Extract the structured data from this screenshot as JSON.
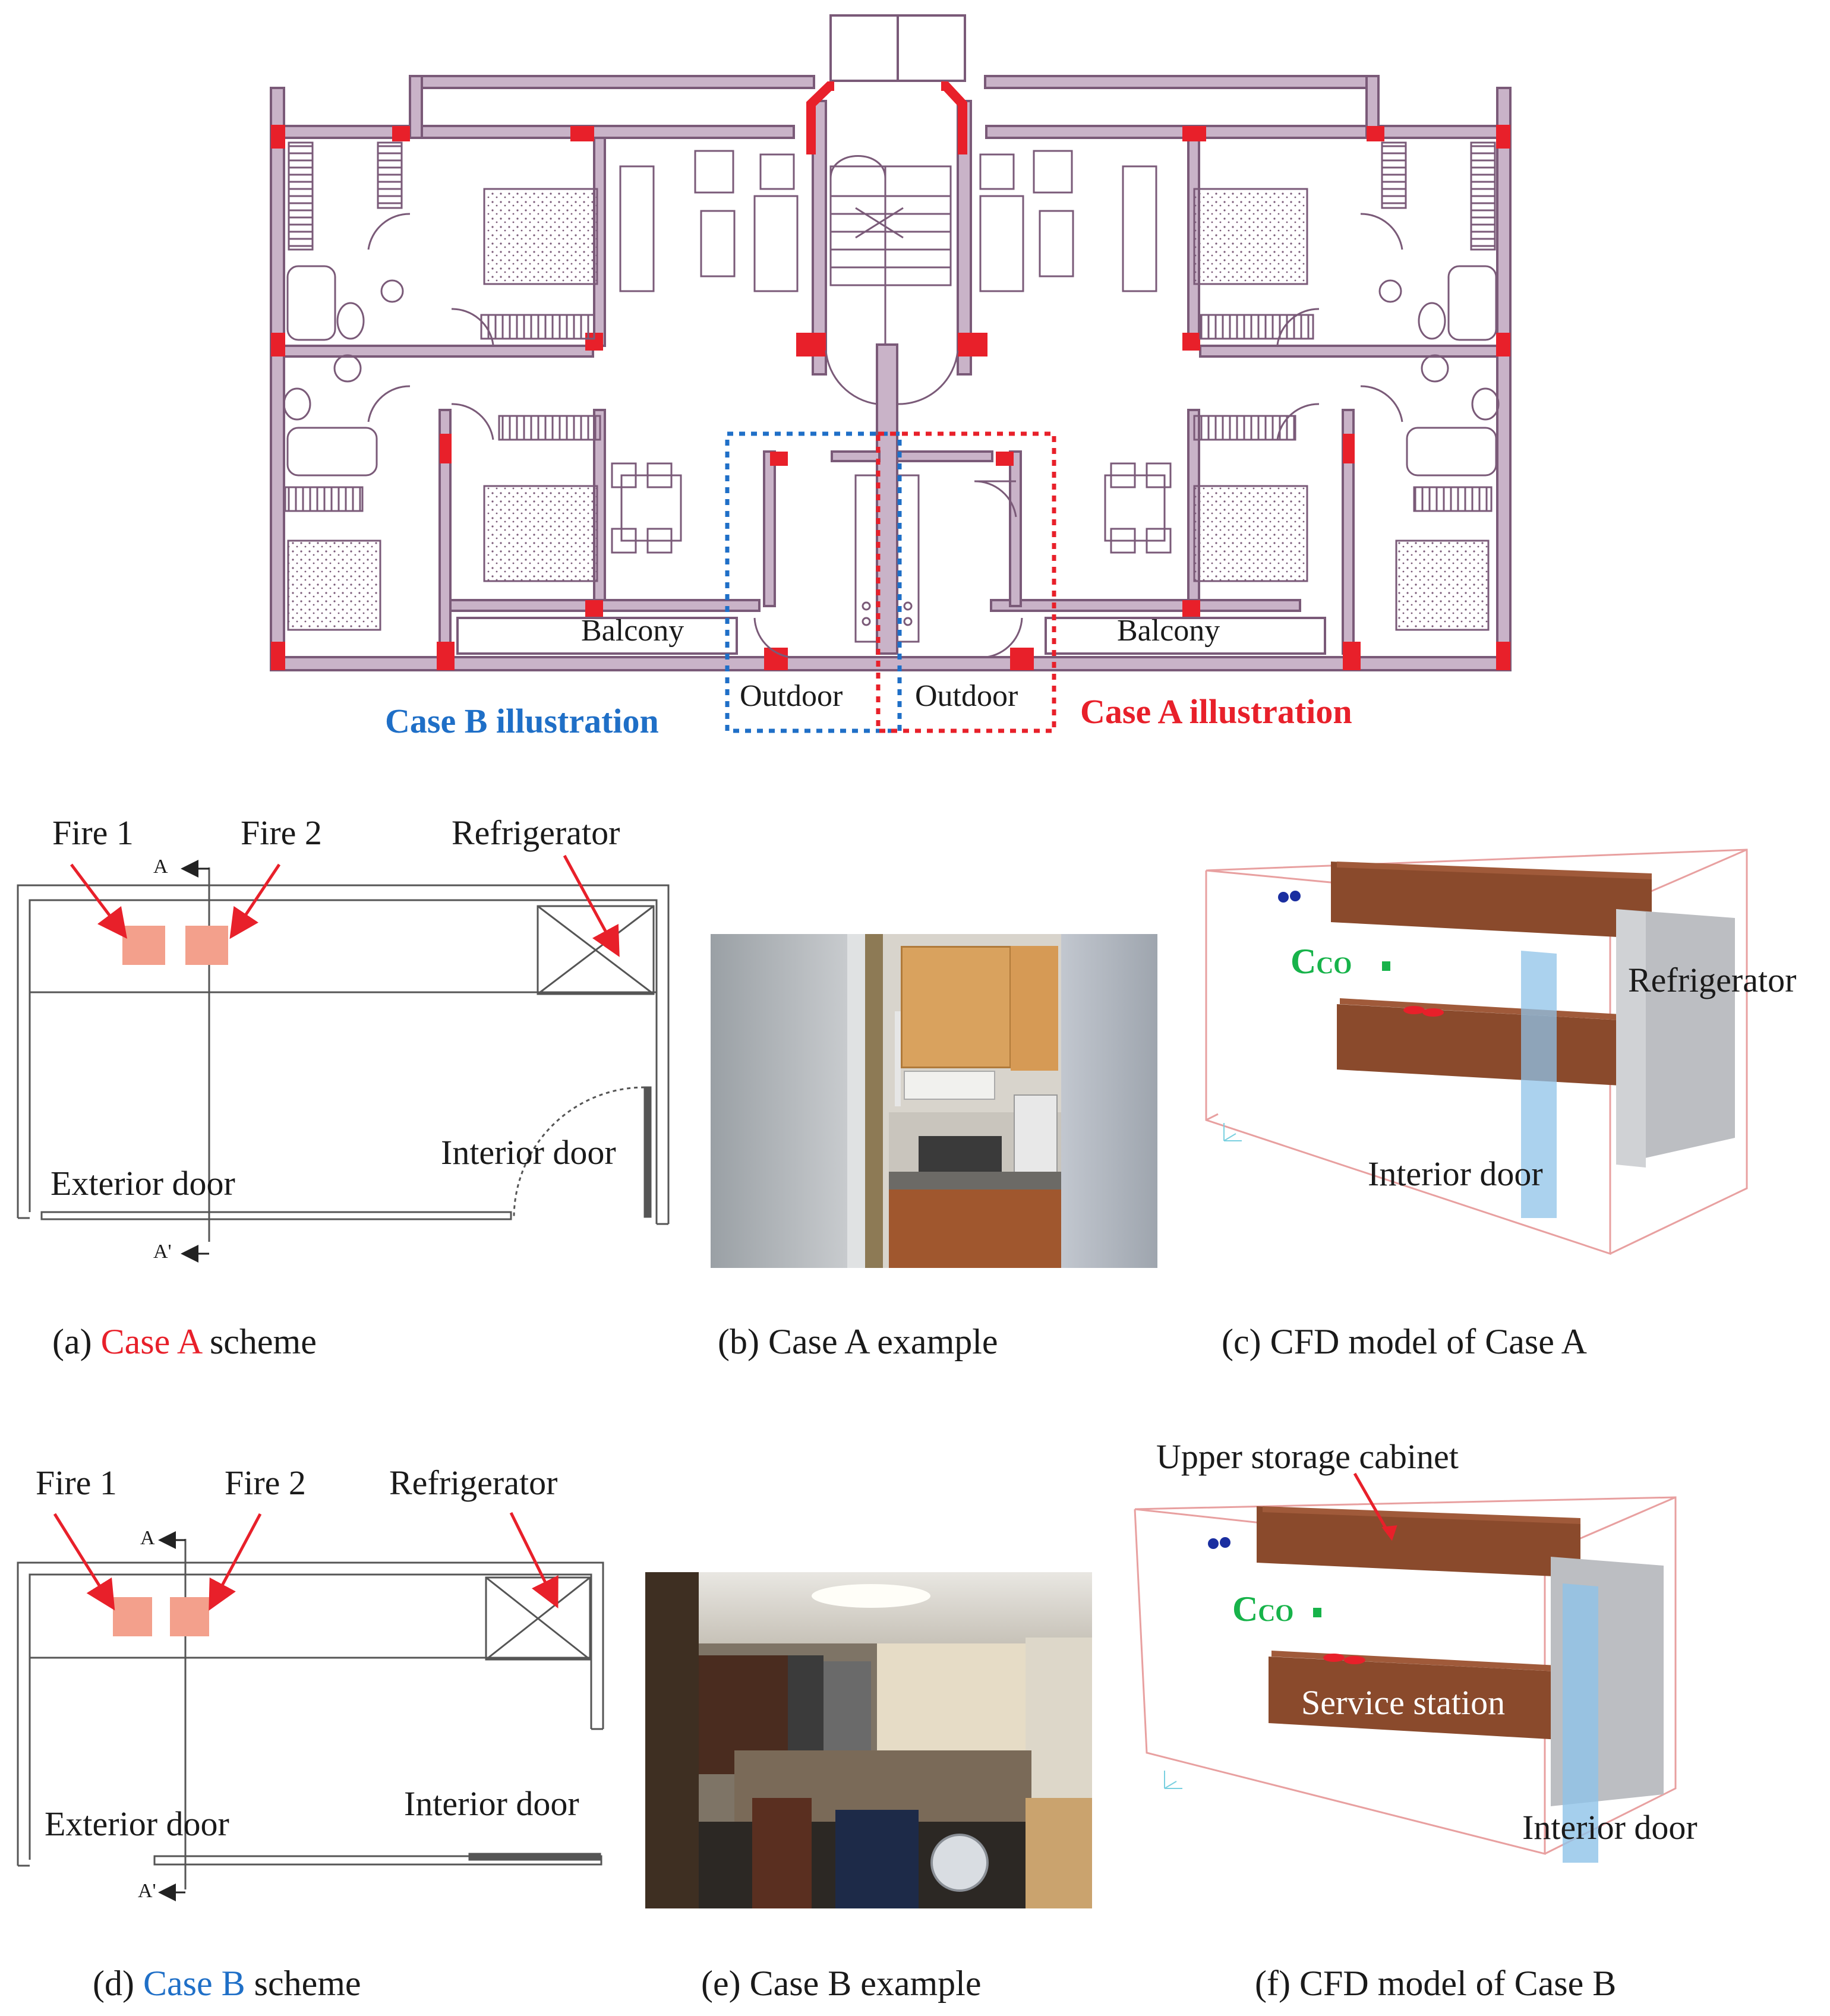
{
  "floorplan": {
    "balcony_left": "Balcony",
    "balcony_right": "Balcony",
    "outdoor_left": "Outdoor",
    "outdoor_right": "Outdoor",
    "case_b_illustration": "Case B illustration",
    "case_a_illustration": "Case A illustration"
  },
  "scheme_a": {
    "fire1": "Fire 1",
    "fire2": "Fire 2",
    "refrigerator": "Refrigerator",
    "interior_door": "Interior door",
    "exterior_door": "Exterior door",
    "section_top": "A",
    "section_bottom": "A'"
  },
  "scheme_b": {
    "fire1": "Fire 1",
    "fire2": "Fire 2",
    "refrigerator": "Refrigerator",
    "interior_door": "Interior door",
    "exterior_door": "Exterior door",
    "section_top": "A",
    "section_bottom": "A'"
  },
  "cfd_a": {
    "cco_main": "C",
    "cco_sub": "CO",
    "refrigerator": "Refrigerator",
    "interior_door": "Interior door"
  },
  "cfd_b": {
    "upper_cabinet": "Upper storage cabinet",
    "cco_main": "C",
    "cco_sub": "CO",
    "service_station": "Service station",
    "interior_door": "Interior door"
  },
  "captions": {
    "a_prefix": "(a) ",
    "a_case": "Case A",
    "a_suffix": " scheme",
    "b": "(b) Case A example",
    "c": "(c) CFD model of Case A",
    "d_prefix": "(d) ",
    "d_case": "Case B",
    "d_suffix": " scheme",
    "e": "(e) Case B example",
    "f": "(f) CFD model of Case B"
  },
  "colors": {
    "wall": "#7a5a78",
    "wall_fill": "#c9b3c8",
    "accent_red": "#e8202a",
    "accent_blue": "#1f6fc7",
    "fire_fill": "#f3a08c",
    "cabinet": "#8a4a2c",
    "cco_green": "#17b34a"
  }
}
